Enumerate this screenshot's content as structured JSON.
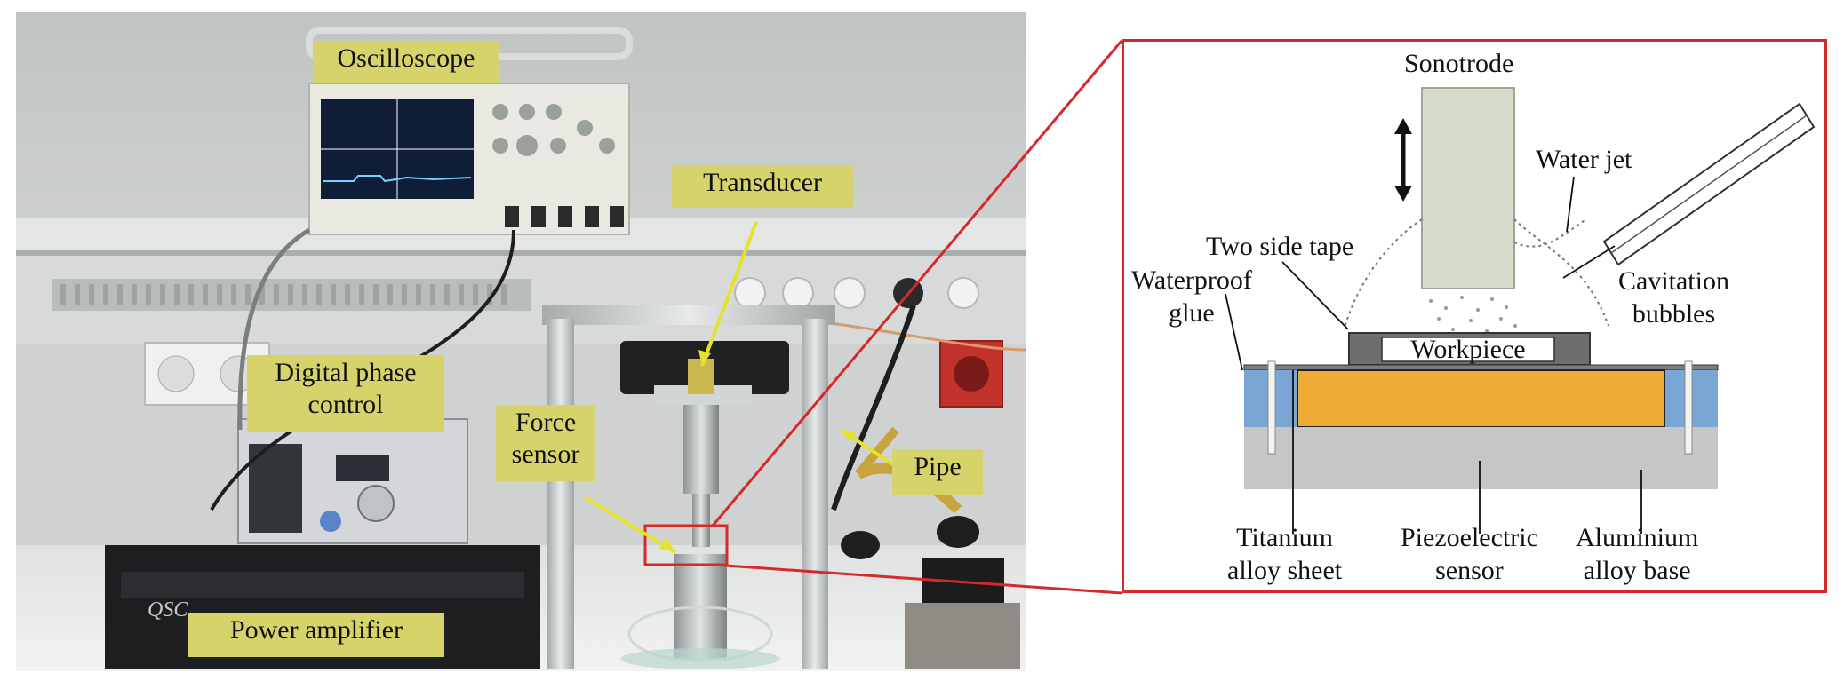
{
  "photo_labels": {
    "oscilloscope": "Oscilloscope",
    "transducer": "Transducer",
    "digital_phase_control_line1": "Digital phase",
    "digital_phase_control_line2": "control",
    "force_sensor_line1": "Force",
    "force_sensor_line2": "sensor",
    "pipe": "Pipe",
    "power_amplifier": "Power amplifier",
    "amplifier_brand": "QSC"
  },
  "diagram_labels": {
    "sonotrode": "Sonotrode",
    "water_jet": "Water jet",
    "two_side_tape": "Two side tape",
    "waterproof_glue_line1": "Waterproof",
    "waterproof_glue_line2": "glue",
    "cavitation_bubbles_line1": "Cavitation",
    "cavitation_bubbles_line2": "bubbles",
    "workpiece": "Workpiece",
    "titanium_line1": "Titanium",
    "titanium_line2": "alloy sheet",
    "piezo_line1": "Piezoelectric",
    "piezo_line2": "sensor",
    "aluminium_line1": "Aluminium",
    "aluminium_line2": "alloy base"
  },
  "colors": {
    "callout_fill": "#d6d36a",
    "zoom_frame": "#d42a2a",
    "sonotrode": "#d4dbc8",
    "piezo": "#eeab35",
    "glue": "#7aa6d6",
    "base": "#c6c6c6",
    "workpiece_plate": "#6e6e6e"
  }
}
